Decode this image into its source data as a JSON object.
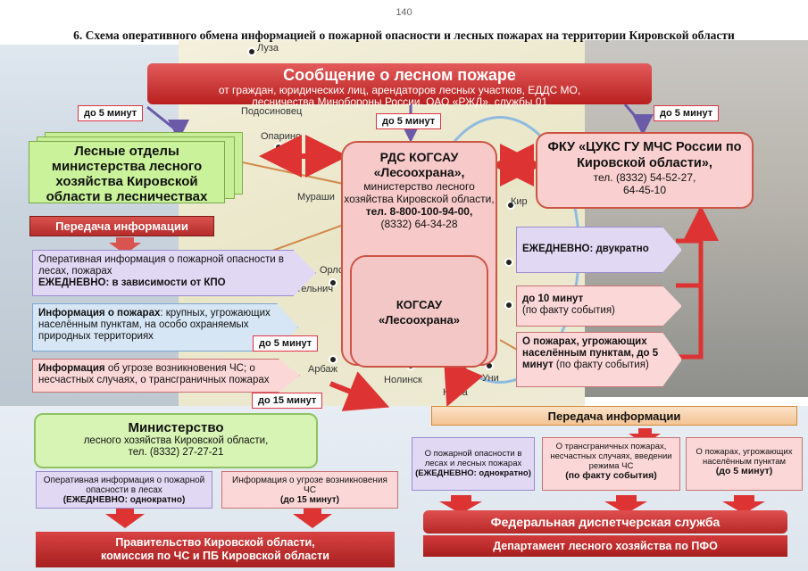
{
  "page_number": "140",
  "title": "6. Схема оперативного обмена информацией о пожарной опасности и лесных пожарах на территории Кировской области",
  "banner": {
    "main": "Сообщение о лесном пожаре",
    "sub1": "от граждан, юридических лиц, арендаторов лесных участков, ЕДДС МО,",
    "sub2": "лесничества Минобороны России, ОАО «РЖД», службы 01"
  },
  "tags": {
    "left_5": "до 5 минут",
    "center_5": "до 5 минут",
    "right_5": "до 5 минут",
    "mid_5": "до 5 минут",
    "mid_15": "до 15 минут"
  },
  "les_otdely": "Лесные отделы министерства лесного хозяйства Кировской области в лесничествах",
  "peredacha_left": "Передача информации",
  "left_arrows": {
    "a1_text": "Оперативная информация о пожарной опасности в лесах, пожарах",
    "a1_bold": "ЕЖЕДНЕВНО: в зависимости от КПО",
    "a2_bold": "Информация о пожарах",
    "a2_text": ": крупных, угрожающих населённым пунктам, на особо охраняемых природных территориях",
    "a3_bold": "Информация",
    "a3_text": " об угрозе возникновения ЧС; о несчастных случаях, о трансграничных пожарах"
  },
  "rds": {
    "t1": "РДС КОГСАУ «Лесоохрана»,",
    "t2": "министерство лесного хозяйства Кировской области,",
    "t3": "тел. 8-800-100-94-00,",
    "t4": "(8332) 64-34-28"
  },
  "kogsau": {
    "l1": "КОГСАУ",
    "l2": "«Лесоохрана»"
  },
  "fku": {
    "t1": "ФКУ «ЦУКС ГУ МЧС России по Кировской области»,",
    "t2": "тел. (8332) 54-52-27,",
    "t3": "64-45-10"
  },
  "right_arrows": {
    "r1": "ЕЖЕДНЕВНО: двукратно",
    "r2_bold": "до 10 минут",
    "r2_text": "(по факту события)",
    "r3_bold": "О пожарах, угрожающих населённым пунктам, до 5 минут",
    "r3_text": " (по факту события)"
  },
  "ministry": {
    "t1": "Министерство",
    "t2": "лесного хозяйства Кировской области,",
    "t3": "тел. (8332) 27-27-21"
  },
  "peredacha_right": "Передача информации",
  "bottom_left": {
    "b1_text": "Оперативная информация о пожарной опасности в лесах",
    "b1_bold": "(ЕЖЕДНЕВНО: однократно)",
    "b2_text": "Информация о угрозе возникновения ЧС",
    "b2_bold": "(до 15 минут)"
  },
  "bottom_right": {
    "c1_text": "О пожарной опасности в лесах и лесных пожарах",
    "c1_bold": "(ЕЖЕДНЕВНО: однократно)",
    "c2_text": "О трансграничных пожарах, несчастных случаях, введении режима ЧС",
    "c2_bold": "(по факту события)",
    "c3_text": "О пожарах, угрожающих населённым пунктам",
    "c3_bold": "(до 5 минут)"
  },
  "federal": "Федеральная диспетчерская служба",
  "department": "Департамент лесного хозяйства по ПФО",
  "government": {
    "l1": "Правительство Кировской области,",
    "l2": "комиссия по ЧС и ПБ Кировской области"
  },
  "map_labels": [
    "Луза",
    "Подосиновец",
    "Опарино",
    "Мураши",
    "Орлов",
    "Котельнич",
    "Арбаж",
    "Нолинск",
    "Уни",
    "Нема",
    "Кир"
  ],
  "colors": {
    "red": "#c0282a",
    "green": "#c9f29a",
    "purple": "#ddd4f3",
    "pink": "#fbd7d7"
  }
}
